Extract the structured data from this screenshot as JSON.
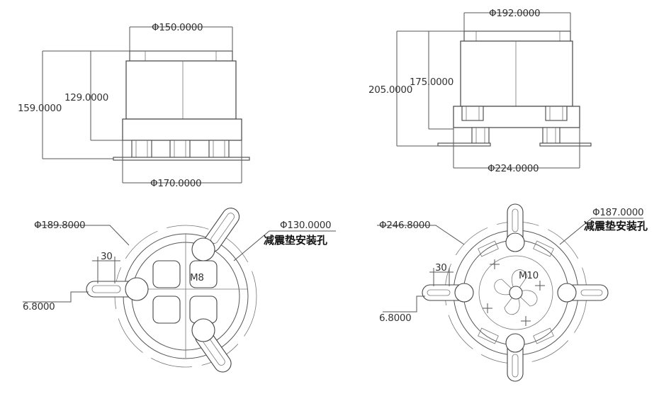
{
  "diagram": {
    "top_left": {
      "dia_top": "Φ150.0000",
      "height_outer": "159.0000",
      "height_inner": "129.0000",
      "dia_bottom": "Φ170.0000"
    },
    "top_right": {
      "dia_top": "Φ192.0000",
      "height_outer": "205.0000",
      "height_inner": "175.0000",
      "dia_bottom": "Φ224.0000"
    },
    "bottom_left": {
      "dia_outer": "Φ189.8000",
      "dia_hole_circle": "Φ130.0000",
      "mount_label": "减震垫安装孔",
      "slot_width": "30",
      "hole_dia": "6.8000",
      "thread": "M8"
    },
    "bottom_right": {
      "dia_outer": "Φ246.8000",
      "dia_hole_circle": "Φ187.0000",
      "mount_label": "减震垫安装孔",
      "slot_width": "30",
      "hole_dia": "6.8000",
      "thread": "M10"
    }
  }
}
